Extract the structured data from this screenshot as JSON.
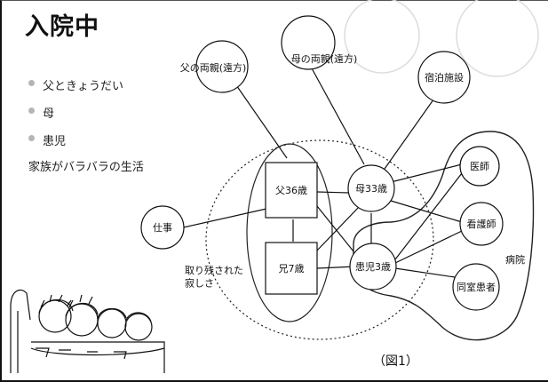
{
  "title": "入院中",
  "bullets": [
    "父ときょうだい",
    "母",
    "患児"
  ],
  "summary": "家族がバラバラの生活",
  "caption": "（図1）",
  "nodes": {
    "father_parents": "父の両親(遠方)",
    "mother_parents": "母の両親(遠方)",
    "lodging": "宿泊施設",
    "work": "仕事",
    "father": "父36歳",
    "sibling": "兄7歳",
    "mother": "母33歳",
    "patient": "患児3歳",
    "doctor": "医師",
    "nurse": "看護師",
    "roommate": "同室患者",
    "hospital": "病院",
    "loneliness": "取り残された\n寂しさ"
  }
}
